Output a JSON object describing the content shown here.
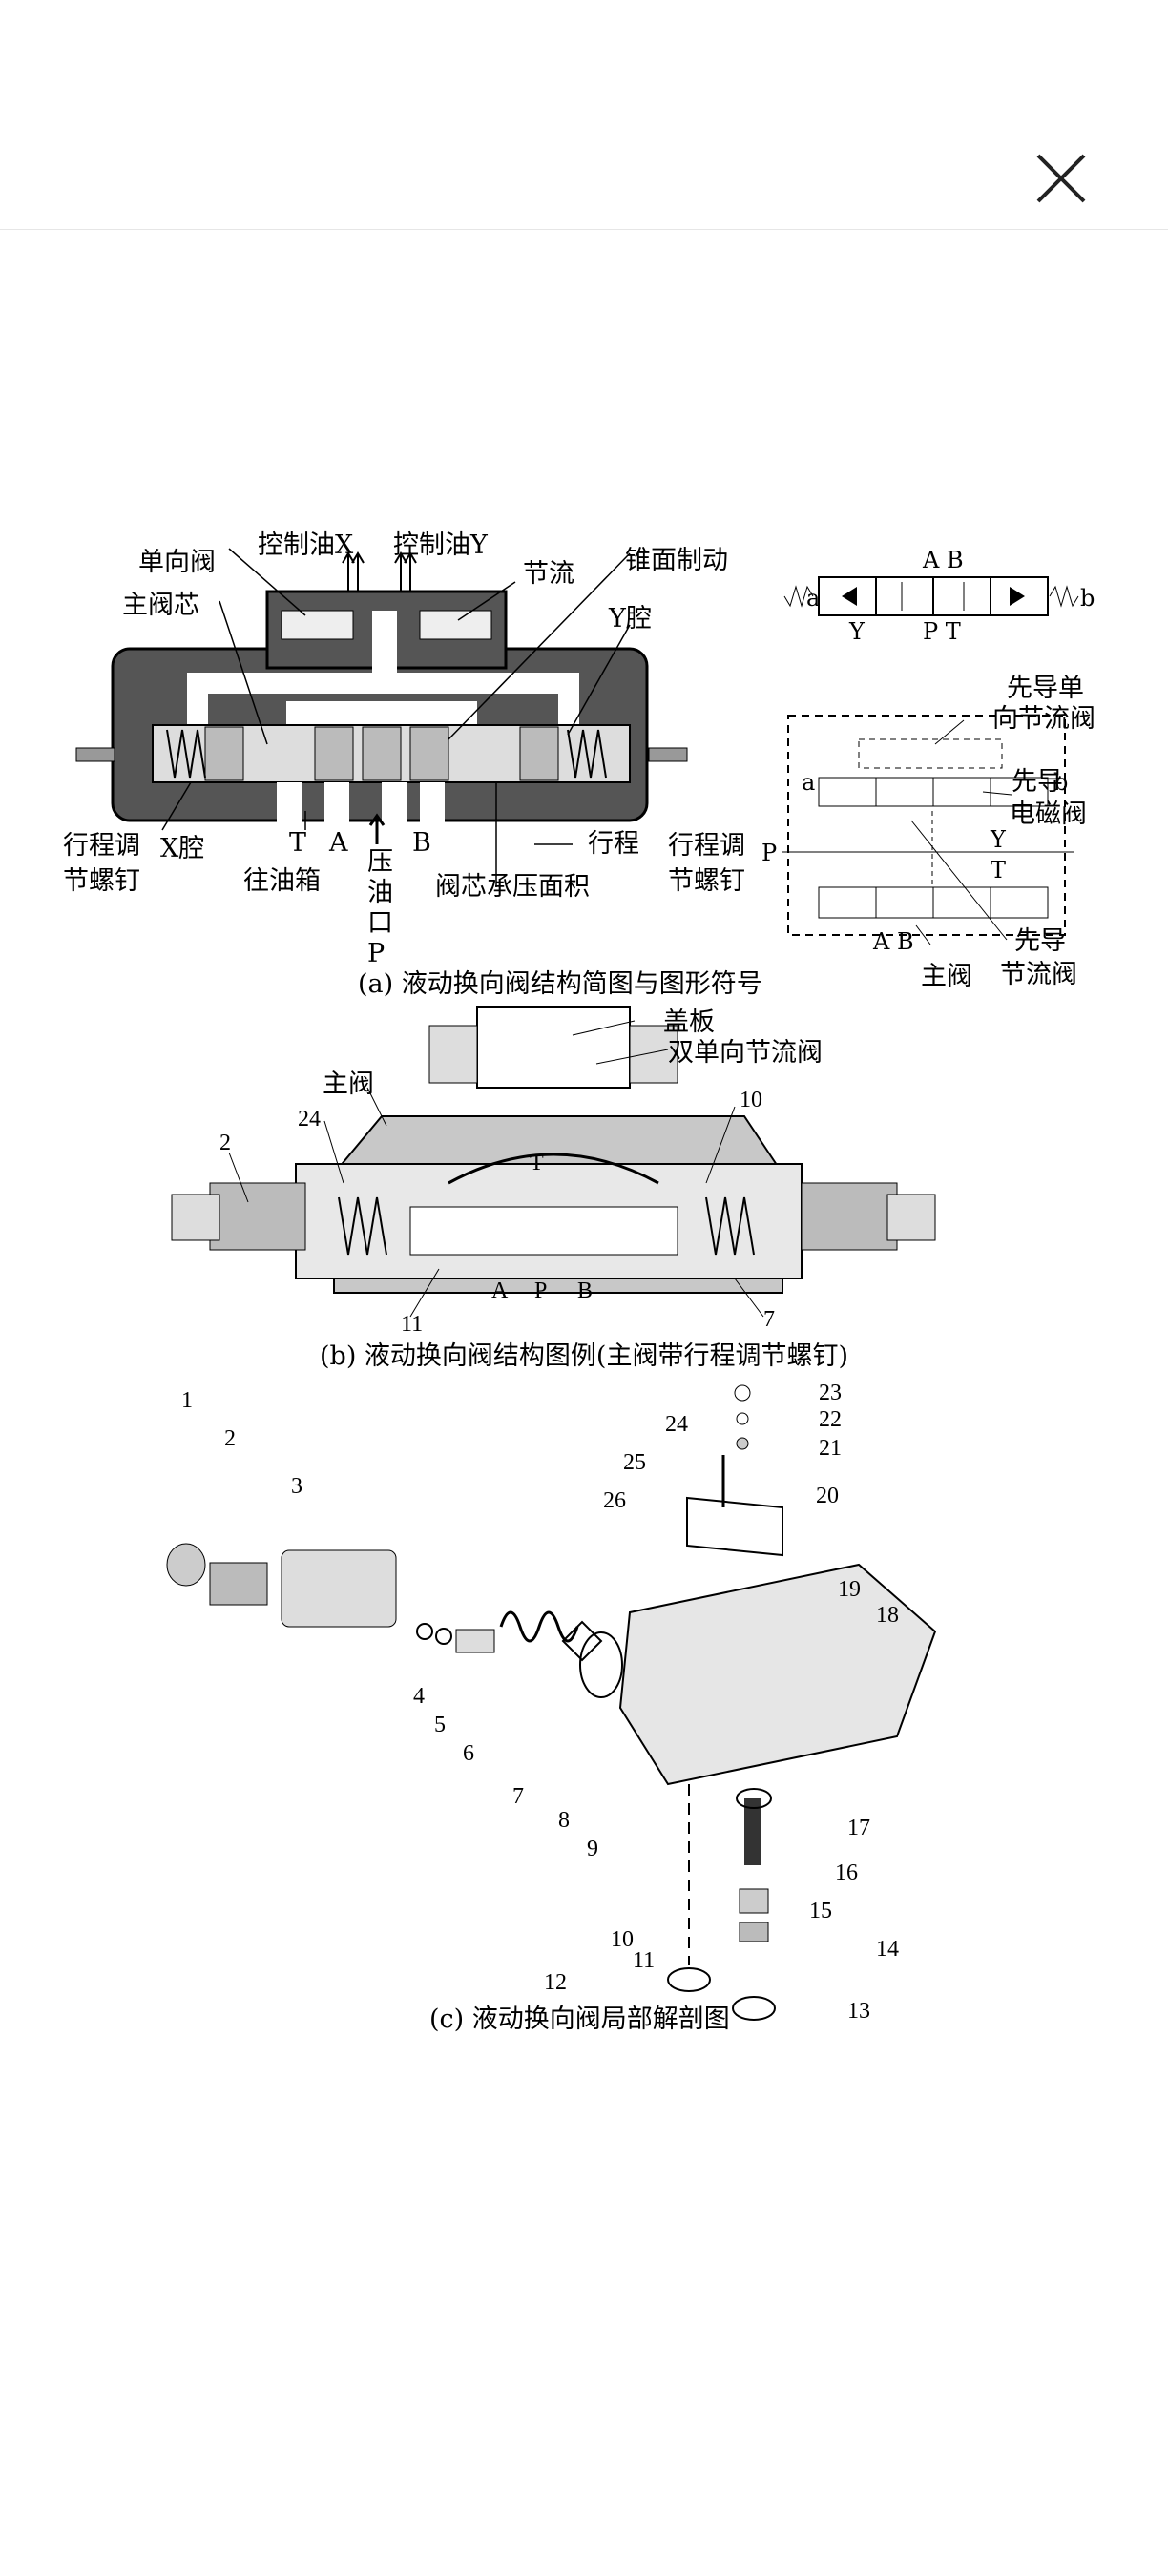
{
  "toolbar": {
    "close_icon": "close-icon"
  },
  "figure": {
    "a": {
      "caption": "(a) 液动换向阀结构简图与图形符号",
      "labels": {
        "check_valve": "单向阀",
        "control_oil_x": "控制油X",
        "control_oil_y": "控制油Y",
        "throttle": "节流",
        "cone_brake": "锥面制动",
        "main_spool": "主阀芯",
        "y_chamber": "Y腔",
        "stroke_screw_left_1": "行程调",
        "stroke_screw_left_2": "节螺钉",
        "x_chamber": "X腔",
        "t": "T",
        "a": "A",
        "b": "B",
        "to_tank": "往油箱",
        "pressure_port": "压\n油\n口\nP",
        "spool_area": "阀芯承压面积",
        "stroke": "行程",
        "stroke_screw_right_1": "行程调",
        "stroke_screw_right_2": "节螺钉"
      },
      "symbol": {
        "ab": "A B",
        "label_a": "a",
        "label_b": "b",
        "y": "Y",
        "pt": "P T",
        "pilot_check_throttle_1": "先导单",
        "pilot_check_throttle_2": "向节流阀",
        "pilot_solenoid_1": "先导",
        "pilot_solenoid_2": "电磁阀",
        "p": "P",
        "y2": "Y",
        "t2": "T",
        "ab2": "A B",
        "main_valve": "主阀",
        "pilot_throttle_1": "先导",
        "pilot_throttle_2": "节流阀",
        "a2": "a",
        "b2": "b"
      }
    },
    "b": {
      "caption": "(b) 液动换向阀结构图例(主阀带行程调节螺钉)",
      "labels": {
        "cover": "盖板",
        "double_check_throttle": "双单向节流阀",
        "main_valve": "主阀",
        "n24": "24",
        "n2": "2",
        "n10": "10",
        "t": "T",
        "n11": "11",
        "a": "A",
        "p": "P",
        "b": "B",
        "n7": "7"
      }
    },
    "c": {
      "caption": "(c) 液动换向阀局部解剖图",
      "numbers": [
        "1",
        "2",
        "3",
        "4",
        "5",
        "6",
        "7",
        "8",
        "9",
        "10",
        "11",
        "12",
        "13",
        "14",
        "15",
        "16",
        "17",
        "18",
        "19",
        "20",
        "21",
        "22",
        "23",
        "24",
        "25",
        "26"
      ]
    }
  }
}
